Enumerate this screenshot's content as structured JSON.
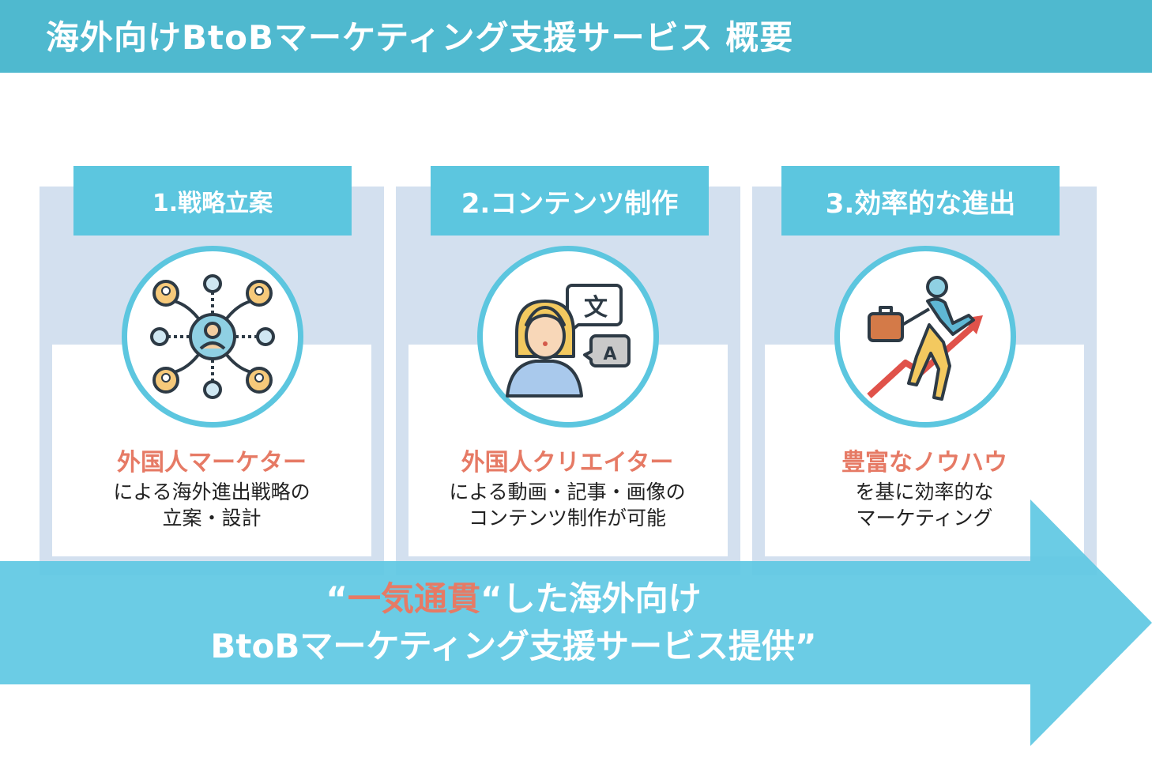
{
  "header": {
    "title": "海外向けBtoBマーケティング支援サービス 概要"
  },
  "steps": [
    {
      "tab": "1.戦略立案",
      "highlight": "外国人マーケター",
      "desc_line1": "による海外進出戦略の",
      "desc_line2": "立案・設計",
      "icon": "network-people-icon"
    },
    {
      "tab": "2.コンテンツ制作",
      "highlight": "外国人クリエイター",
      "desc_line1": "による動画・記事・画像の",
      "desc_line2": "コンテンツ制作が可能",
      "icon": "translator-woman-icon"
    },
    {
      "tab": "3.効率的な進出",
      "highlight": "豊富なノウハウ",
      "desc_line1": "を基に効率的な",
      "desc_line2": "マーケティング",
      "icon": "climbing-businessman-icon"
    }
  ],
  "banner": {
    "open_quote": "“",
    "accent": "一気通貫",
    "line1_rest": "“した海外向け",
    "line2": "BtoBマーケティング支援サービス提供”"
  },
  "colors": {
    "header": "#4fb9cf",
    "tab": "#5cc6df",
    "column_bg": "#d3e0ef",
    "arrow": "#5ec8e3",
    "accent_text": "#e67a65"
  }
}
